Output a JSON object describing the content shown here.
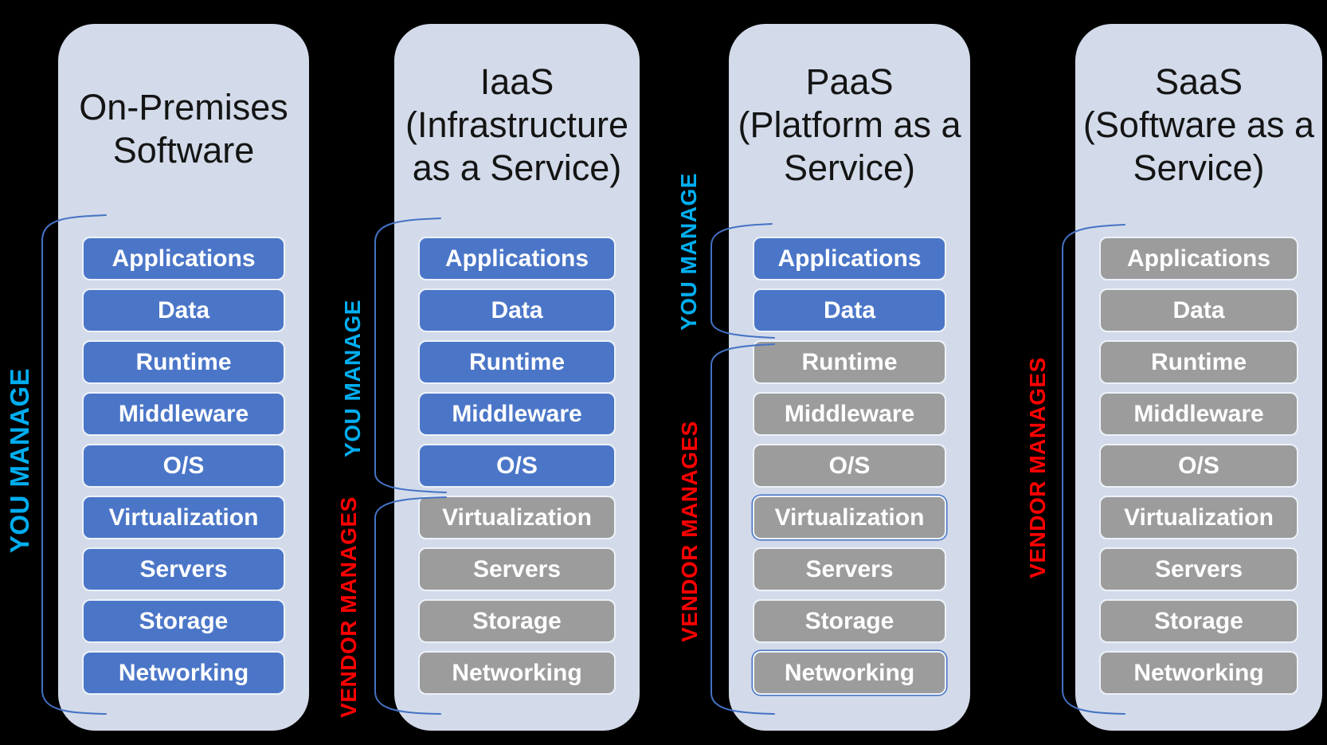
{
  "palette": {
    "background": "#000000",
    "panel_bg": "#D3DBEA",
    "you_box_fill": "#4B76C8",
    "vendor_box_fill": "#9C9C9C",
    "box_border": "#EDF2F9",
    "box_text": "#FFFFFF",
    "title_text": "#141414",
    "you_label_color": "#00AEEF",
    "vendor_label_color": "#FF0000",
    "bracket_color": "#4472C4"
  },
  "legend": {
    "you_manage": "YOU MANAGE",
    "vendor_manages": "VENDOR MANAGES"
  },
  "columns": [
    {
      "id": "on-premises",
      "title": "On-Premises\nSoftware",
      "items": [
        {
          "label": "Applications",
          "state": "you"
        },
        {
          "label": "Data",
          "state": "you"
        },
        {
          "label": "Runtime",
          "state": "you"
        },
        {
          "label": "Middleware",
          "state": "you"
        },
        {
          "label": "O/S",
          "state": "you"
        },
        {
          "label": "Virtualization",
          "state": "you"
        },
        {
          "label": "Servers",
          "state": "you"
        },
        {
          "label": "Storage",
          "state": "you"
        },
        {
          "label": "Networking",
          "state": "you"
        }
      ]
    },
    {
      "id": "iaas",
      "title": "IaaS\n(Infrastructure\nas a Service)",
      "items": [
        {
          "label": "Applications",
          "state": "you"
        },
        {
          "label": "Data",
          "state": "you"
        },
        {
          "label": "Runtime",
          "state": "you"
        },
        {
          "label": "Middleware",
          "state": "you"
        },
        {
          "label": "O/S",
          "state": "you"
        },
        {
          "label": "Virtualization",
          "state": "vendor"
        },
        {
          "label": "Servers",
          "state": "vendor"
        },
        {
          "label": "Storage",
          "state": "vendor"
        },
        {
          "label": "Networking",
          "state": "vendor"
        }
      ]
    },
    {
      "id": "paas",
      "title": "PaaS\n(Platform as a\nService)",
      "items": [
        {
          "label": "Applications",
          "state": "you"
        },
        {
          "label": "Data",
          "state": "you"
        },
        {
          "label": "Runtime",
          "state": "vendor"
        },
        {
          "label": "Middleware",
          "state": "vendor"
        },
        {
          "label": "O/S",
          "state": "vendor"
        },
        {
          "label": "Virtualization",
          "state": "vendor outlined"
        },
        {
          "label": "Servers",
          "state": "vendor"
        },
        {
          "label": "Storage",
          "state": "vendor"
        },
        {
          "label": "Networking",
          "state": "vendor outlined"
        }
      ]
    },
    {
      "id": "saas",
      "title": "SaaS\n(Software as a\nService)",
      "items": [
        {
          "label": "Applications",
          "state": "vendor"
        },
        {
          "label": "Data",
          "state": "vendor"
        },
        {
          "label": "Runtime",
          "state": "vendor"
        },
        {
          "label": "Middleware",
          "state": "vendor"
        },
        {
          "label": "O/S",
          "state": "vendor"
        },
        {
          "label": "Virtualization",
          "state": "vendor"
        },
        {
          "label": "Servers",
          "state": "vendor"
        },
        {
          "label": "Storage",
          "state": "vendor"
        },
        {
          "label": "Networking",
          "state": "vendor"
        }
      ]
    }
  ]
}
